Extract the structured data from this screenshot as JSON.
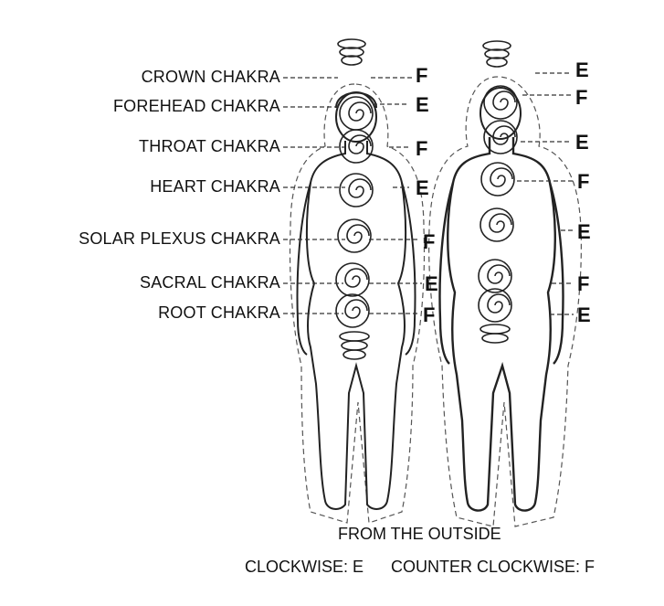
{
  "chakras": [
    {
      "label": "CROWN CHAKRA",
      "female": "F",
      "male": "E"
    },
    {
      "label": "FOREHEAD CHAKRA",
      "female": "E",
      "male": "F"
    },
    {
      "label": "THROAT CHAKRA",
      "female": "F",
      "male": "E"
    },
    {
      "label": "HEART CHAKRA",
      "female": "E",
      "male": "F"
    },
    {
      "label": "SOLAR PLEXUS CHAKRA",
      "female": "F",
      "male": "E"
    },
    {
      "label": "SACRAL CHAKRA",
      "female": "E",
      "male": "F"
    },
    {
      "label": "ROOT CHAKRA",
      "female": "F",
      "male": "E"
    }
  ],
  "caption": {
    "title": "FROM THE OUTSIDE",
    "clockwise": "CLOCKWISE: E",
    "counter": "COUNTER CLOCKWISE: F"
  }
}
